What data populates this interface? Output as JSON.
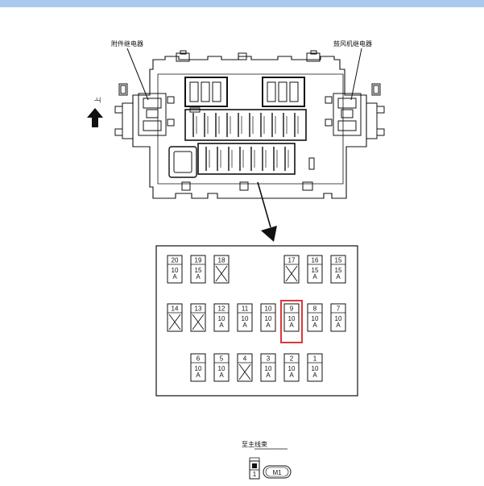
{
  "colors": {
    "top_bar": "#a9c9ee",
    "line": "#111111",
    "highlight": "#d9383a"
  },
  "labels": {
    "left_relay": "附件继电器",
    "right_relay": "鼓风机继电器",
    "up": "上",
    "harness": "至主线束",
    "connector_pin": "1",
    "connector_id": "M1"
  },
  "highlighted_fuse": "9",
  "fuses": [
    {
      "num": "20",
      "line1": "10",
      "line2": "A",
      "blank": false,
      "row": 0,
      "col": 0
    },
    {
      "num": "19",
      "line1": "15",
      "line2": "A",
      "blank": false,
      "row": 0,
      "col": 1
    },
    {
      "num": "18",
      "line1": "",
      "line2": "",
      "blank": true,
      "row": 0,
      "col": 2
    },
    {
      "num": "17",
      "line1": "",
      "line2": "",
      "blank": true,
      "row": 0,
      "col": 5
    },
    {
      "num": "16",
      "line1": "15",
      "line2": "A",
      "blank": false,
      "row": 0,
      "col": 6
    },
    {
      "num": "15",
      "line1": "15",
      "line2": "A",
      "blank": false,
      "row": 0,
      "col": 7
    },
    {
      "num": "14",
      "line1": "",
      "line2": "",
      "blank": true,
      "row": 1,
      "col": 0
    },
    {
      "num": "13",
      "line1": "",
      "line2": "",
      "blank": true,
      "row": 1,
      "col": 1
    },
    {
      "num": "12",
      "line1": "10",
      "line2": "A",
      "blank": false,
      "row": 1,
      "col": 2
    },
    {
      "num": "11",
      "line1": "10",
      "line2": "A",
      "blank": false,
      "row": 1,
      "col": 3
    },
    {
      "num": "10",
      "line1": "10",
      "line2": "A",
      "blank": false,
      "row": 1,
      "col": 4
    },
    {
      "num": "9",
      "line1": "10",
      "line2": "A",
      "blank": false,
      "row": 1,
      "col": 5
    },
    {
      "num": "8",
      "line1": "10",
      "line2": "A",
      "blank": false,
      "row": 1,
      "col": 6
    },
    {
      "num": "7",
      "line1": "10",
      "line2": "A",
      "blank": false,
      "row": 1,
      "col": 7
    },
    {
      "num": "6",
      "line1": "10",
      "line2": "A",
      "blank": false,
      "row": 2,
      "col": 1
    },
    {
      "num": "5",
      "line1": "10",
      "line2": "A",
      "blank": false,
      "row": 2,
      "col": 2
    },
    {
      "num": "4",
      "line1": "",
      "line2": "",
      "blank": true,
      "row": 2,
      "col": 3
    },
    {
      "num": "3",
      "line1": "10",
      "line2": "A",
      "blank": false,
      "row": 2,
      "col": 4
    },
    {
      "num": "2",
      "line1": "10",
      "line2": "A",
      "blank": false,
      "row": 2,
      "col": 5
    },
    {
      "num": "1",
      "line1": "10",
      "line2": "A",
      "blank": false,
      "row": 2,
      "col": 6
    }
  ]
}
